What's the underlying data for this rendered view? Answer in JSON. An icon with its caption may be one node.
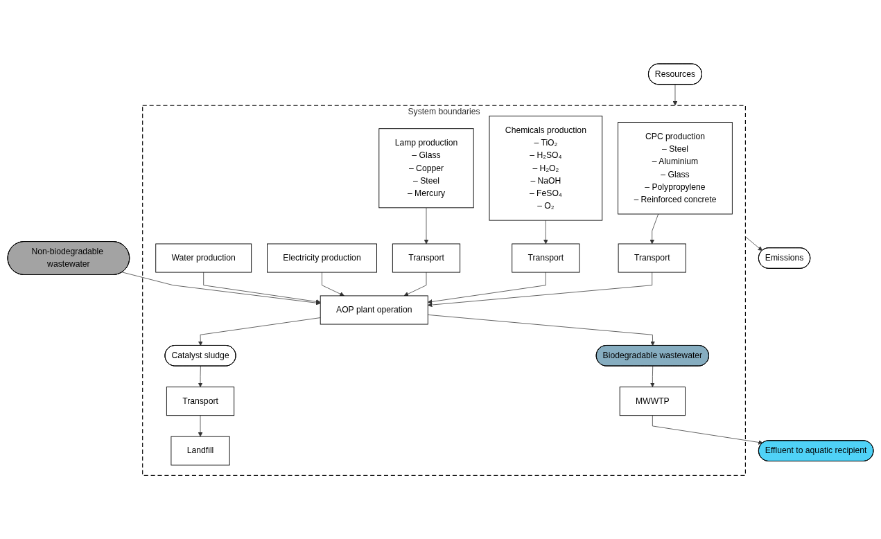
{
  "diagram": {
    "nodes": [
      {
        "text": [
          "System boundaries"
        ]
      },
      {
        "text": [
          "CPC production",
          "– Steel",
          "– Aluminium",
          "– Glass",
          "– Polypropylene",
          "– Reinforced concrete"
        ],
        "in": 0
      },
      {
        "text": [
          "Chemicals production",
          "– TiO₂",
          "– H₂SO₄",
          "– H₂O₂",
          "– NaOH",
          "– FeSO₄",
          "– O₂"
        ],
        "in": 0
      },
      {
        "text": [
          "Lamp production",
          "– Glass",
          "– Copper",
          "– Steel",
          "– Mercury"
        ],
        "in": 0
      },
      {
        "text": [
          "Electricity production"
        ],
        "in": 0
      },
      {
        "text": [
          "Water production"
        ],
        "in": 0
      },
      {
        "text": [
          "Transport"
        ],
        "in": 0
      },
      {
        "text": [
          "Transport"
        ],
        "in": 0
      },
      {
        "text": [
          "Transport"
        ],
        "in": 0
      },
      {
        "text": [
          "Non-biodegradable wastewater"
        ]
      },
      {
        "text": [
          "AOP plant operation"
        ],
        "in": 0
      },
      {
        "text": [
          "Biodegradable wastewater"
        ],
        "in": 0
      },
      {
        "text": [
          "MWWTP"
        ],
        "in": 0
      },
      {
        "text": [
          "Effluent to aquatic recipient"
        ]
      },
      {
        "text": [
          "Resources"
        ]
      },
      {
        "text": [
          "Catalyst sludge"
        ],
        "in": 0
      },
      {
        "text": [
          "Emissions"
        ]
      },
      {
        "text": [
          "Transport"
        ],
        "in": 0
      },
      {
        "text": [
          "Landfill"
        ],
        "in": 0
      }
    ],
    "edges": [
      {
        "from": 1,
        "to": 8,
        "arrow": "to"
      },
      {
        "from": 2,
        "to": 7,
        "arrow": "to"
      },
      {
        "from": 3,
        "to": 6,
        "arrow": "to"
      },
      {
        "from": 8,
        "to": 10,
        "arrow": "to"
      },
      {
        "from": 7,
        "to": 10,
        "arrow": "to"
      },
      {
        "from": 6,
        "to": 10,
        "arrow": "to"
      },
      {
        "from": 4,
        "to": 10,
        "arrow": "to"
      },
      {
        "from": 5,
        "to": 10,
        "arrow": "to"
      },
      {
        "from": 9,
        "to": 10,
        "arrow": "to"
      },
      {
        "from": 10,
        "to": 11,
        "arrow": "to"
      },
      {
        "from": 11,
        "to": 12,
        "arrow": "to"
      },
      {
        "from": 12,
        "to": 13,
        "arrow": "to"
      },
      {
        "from": 14,
        "to": 0,
        "arrow": "to"
      },
      {
        "from": 10,
        "to": 15,
        "arrow": "to"
      },
      {
        "from": 0,
        "to": 16,
        "arrow": "to"
      },
      {
        "from": 15,
        "to": 17,
        "arrow": "to"
      },
      {
        "from": 17,
        "to": 18,
        "arrow": "to"
      }
    ]
  }
}
